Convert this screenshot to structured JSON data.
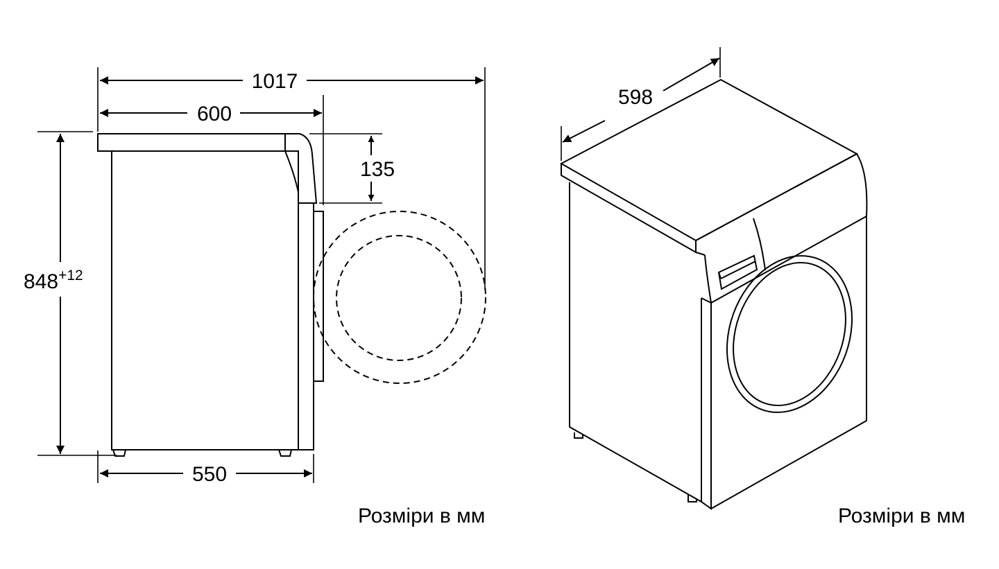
{
  "side_view": {
    "total_depth_door_open": "1017",
    "depth_with_top": "600",
    "depth_body": "550",
    "height_value": "848",
    "height_tolerance": "+12",
    "worktop_offset": "135",
    "units_note": "Розміри в мм"
  },
  "iso_view": {
    "width": "598",
    "units_note": "Розміри в мм"
  }
}
